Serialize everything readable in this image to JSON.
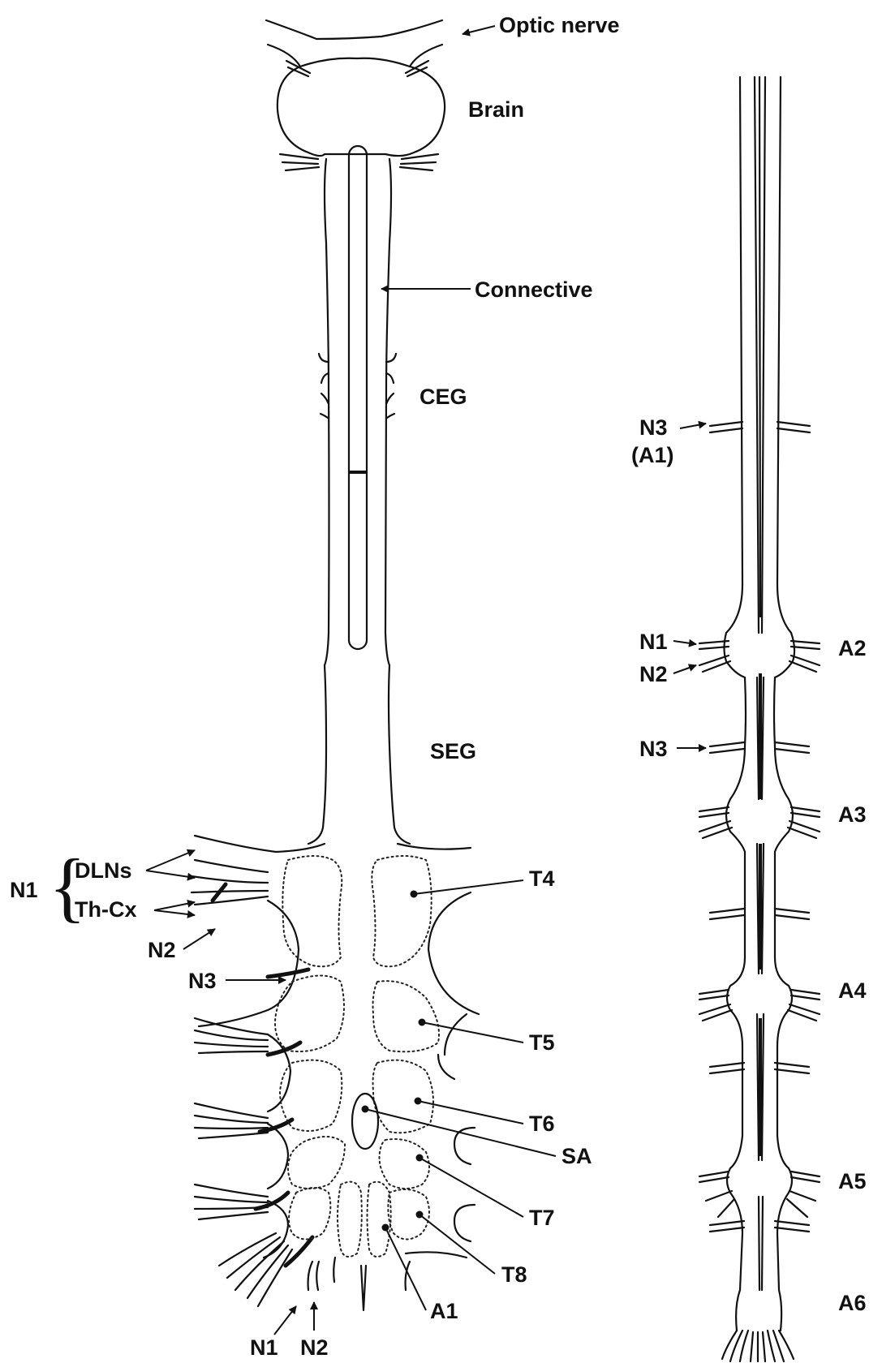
{
  "left_diagram": {
    "labels": {
      "optic_nerve": "Optic nerve",
      "brain": "Brain",
      "connective": "Connective",
      "ceg": "CEG",
      "seg": "SEG",
      "n1": "N1",
      "dlns": "DLNs",
      "th_cx": "Th-Cx",
      "n2": "N2",
      "n3": "N3",
      "t4": "T4",
      "t5": "T5",
      "t6": "T6",
      "sa": "SA",
      "t7": "T7",
      "t8": "T8",
      "a1": "A1",
      "n1_bottom": "N1",
      "n2_bottom": "N2"
    }
  },
  "right_diagram": {
    "labels": {
      "n3_a1": "N3",
      "a1_paren": "(A1)",
      "n1": "N1",
      "n2": "N2",
      "n3": "N3",
      "a2": "A2",
      "a3": "A3",
      "a4": "A4",
      "a5": "A5",
      "a6": "A6"
    }
  }
}
